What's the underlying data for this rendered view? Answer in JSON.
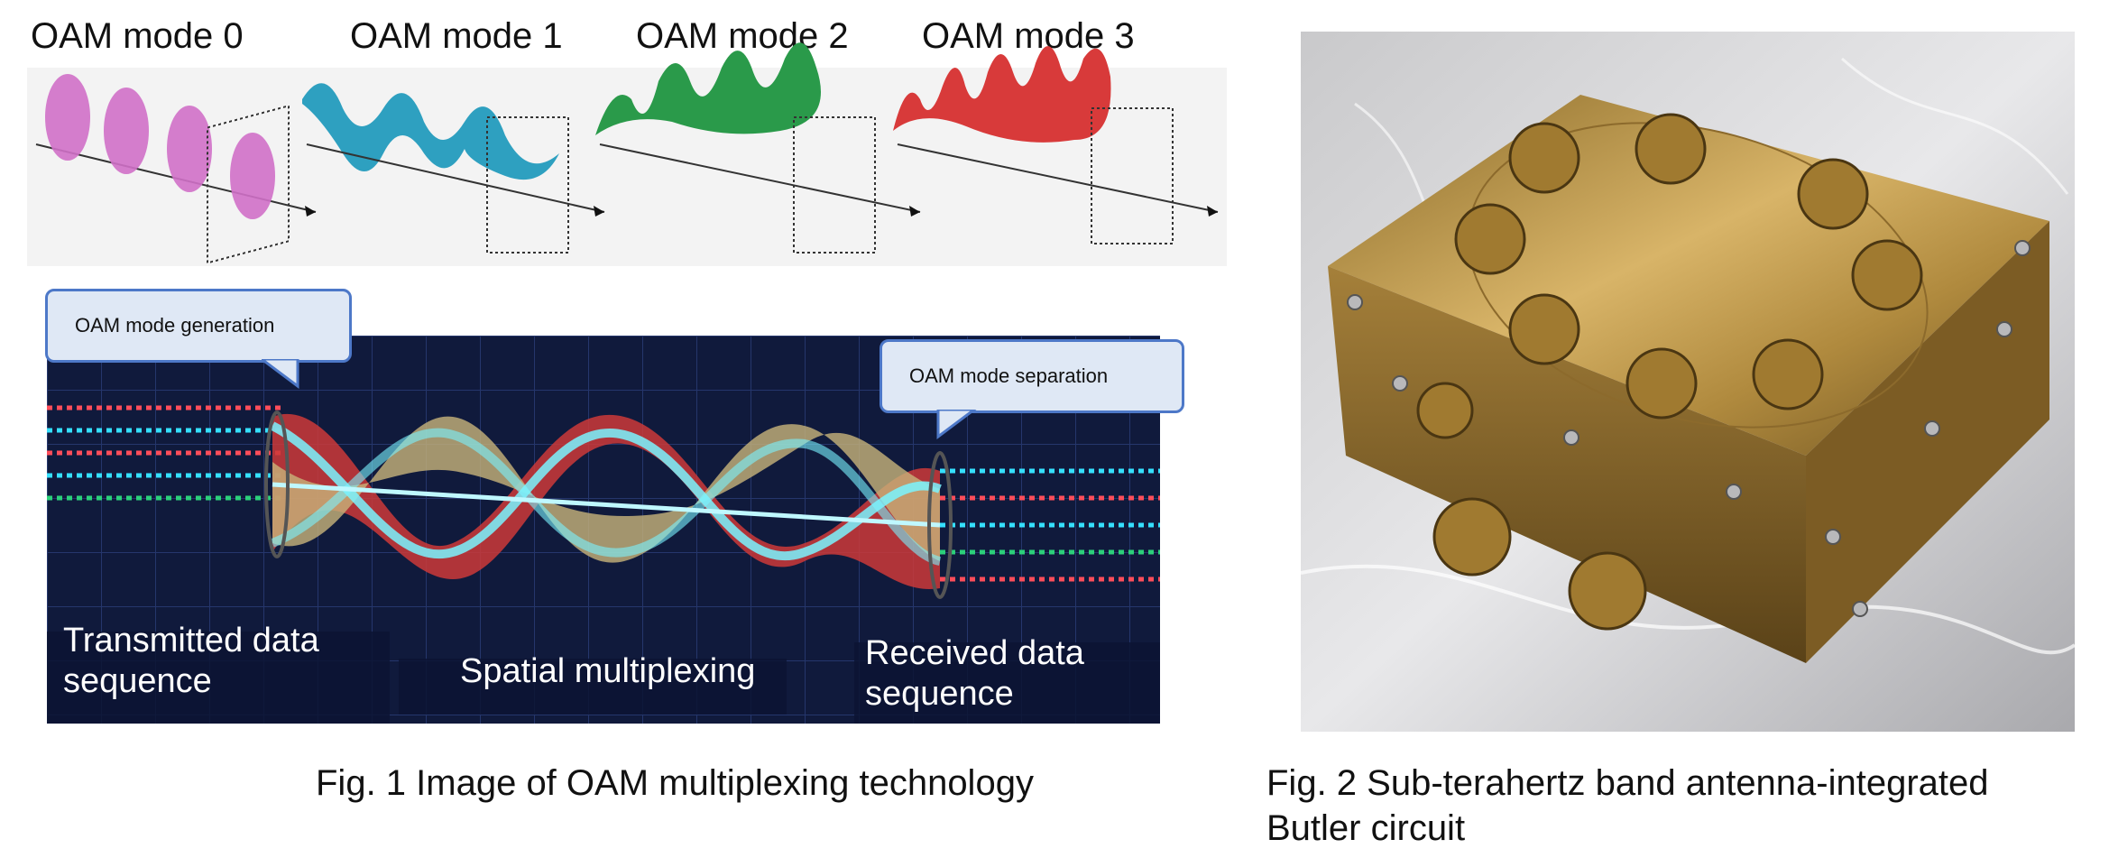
{
  "fig1": {
    "modes": [
      {
        "label": "OAM mode 0",
        "color": "#d070c8"
      },
      {
        "label": "OAM mode 1",
        "color": "#2ea0c0"
      },
      {
        "label": "OAM mode 2",
        "color": "#2a9a4a"
      },
      {
        "label": "OAM mode 3",
        "color": "#d83a3a"
      }
    ],
    "callout_generation": "OAM mode generation",
    "callout_separation": "OAM mode separation",
    "transmitted_line1": "Transmitted data",
    "transmitted_line2": "sequence",
    "spatial": "Spatial multiplexing",
    "received_line1": "Received data",
    "received_line2": "sequence",
    "caption": "Fig. 1   Image of OAM multiplexing technology"
  },
  "fig2": {
    "caption_line1": "Fig. 2   Sub-terahertz band antenna-integrated",
    "caption_line2": "Butler circuit"
  }
}
